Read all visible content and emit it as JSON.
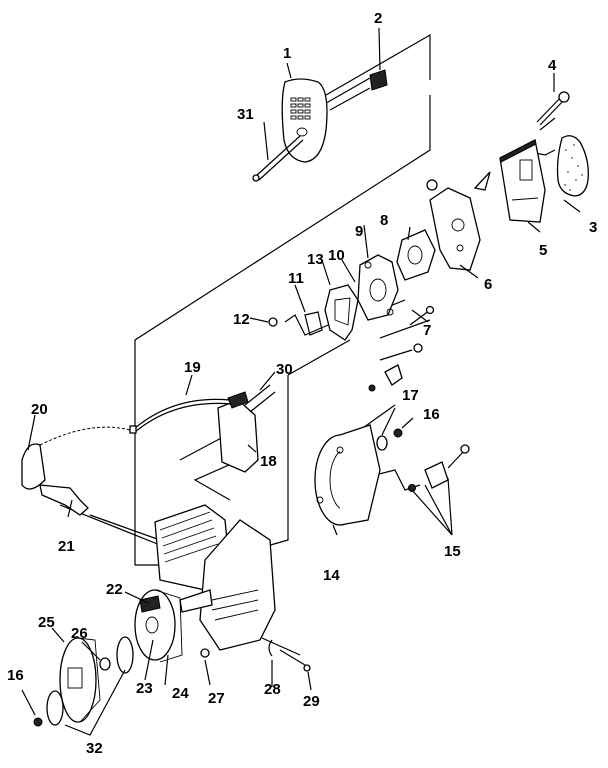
{
  "diagram": {
    "title": "Chainsaw engine exploded parts diagram",
    "background": "#ffffff",
    "ink": "#000000",
    "callouts": [
      {
        "id": "1",
        "text": "1"
      },
      {
        "id": "2",
        "text": "2"
      },
      {
        "id": "3",
        "text": "3"
      },
      {
        "id": "4",
        "text": "4"
      },
      {
        "id": "5",
        "text": "5"
      },
      {
        "id": "6",
        "text": "6"
      },
      {
        "id": "7",
        "text": "7"
      },
      {
        "id": "8",
        "text": "8"
      },
      {
        "id": "9",
        "text": "9"
      },
      {
        "id": "10",
        "text": "10"
      },
      {
        "id": "11",
        "text": "11"
      },
      {
        "id": "12",
        "text": "12"
      },
      {
        "id": "13",
        "text": "13"
      },
      {
        "id": "14",
        "text": "14"
      },
      {
        "id": "15",
        "text": "15"
      },
      {
        "id": "16a",
        "text": "16"
      },
      {
        "id": "16b",
        "text": "16"
      },
      {
        "id": "17",
        "text": "17"
      },
      {
        "id": "18",
        "text": "18"
      },
      {
        "id": "19",
        "text": "19"
      },
      {
        "id": "20",
        "text": "20"
      },
      {
        "id": "21",
        "text": "21"
      },
      {
        "id": "22",
        "text": "22"
      },
      {
        "id": "23",
        "text": "23"
      },
      {
        "id": "24",
        "text": "24"
      },
      {
        "id": "25",
        "text": "25"
      },
      {
        "id": "26",
        "text": "26"
      },
      {
        "id": "27",
        "text": "27"
      },
      {
        "id": "28",
        "text": "28"
      },
      {
        "id": "29",
        "text": "29"
      },
      {
        "id": "30",
        "text": "30"
      },
      {
        "id": "31",
        "text": "31"
      },
      {
        "id": "32",
        "text": "32"
      }
    ]
  }
}
